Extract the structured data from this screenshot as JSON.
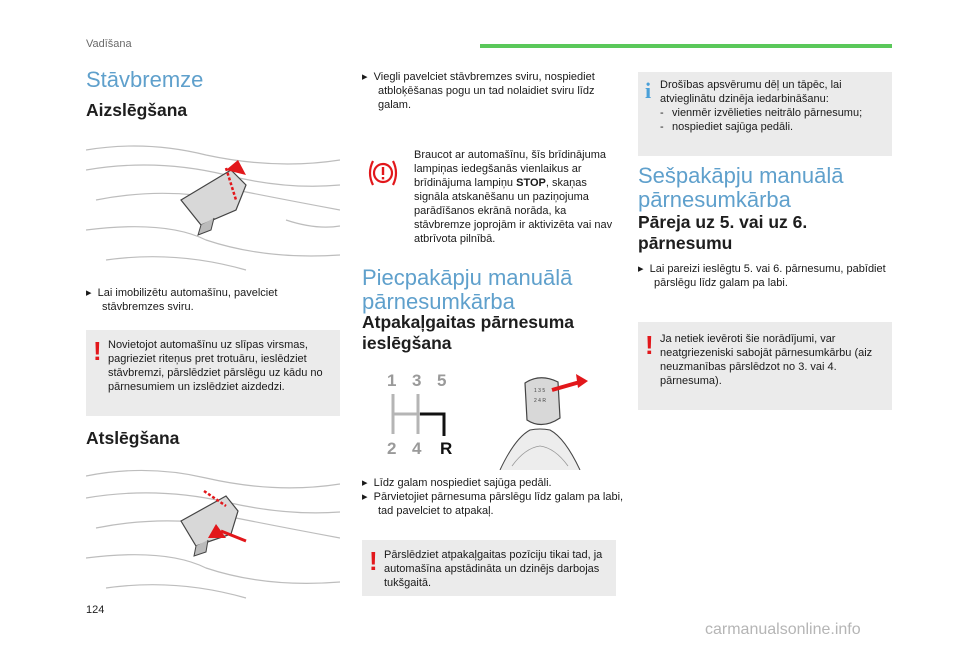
{
  "header": {
    "section": "Vadīšana"
  },
  "page_number": "124",
  "watermark": "carmanualsonline.info",
  "col1": {
    "title": "Stāvbremze",
    "sub1": "Aizslēgšana",
    "bullet1": "Lai imobilizētu automašīnu, pavelciet stāvbremzes sviru.",
    "warning1": "Novietojot automašīnu uz slīpas virsmas, pagrieziet riteņus pret trotuāru, ieslēdziet stāvbremzi, pārslēdziet pārslēgu uz kādu no pārnesumiem un izslēdziet aizdedzi.",
    "sub2": "Atslēgšana"
  },
  "col2": {
    "bullet1": "Viegli pavelciet stāvbremzes sviru, nospiediet atbloķēšanas pogu un tad nolaidiet sviru līdz galam.",
    "alert_pre": "Braucot ar automašīnu, šīs brīdinājuma lampiņas iedegšanās vienlaikus ar brīdinājuma lampiņu ",
    "alert_bold": "STOP",
    "alert_post": ", skaņas signāla atskanēšanu un paziņojuma parādīšanos ekrānā norāda, ka stāvbremze joprojām ir aktivizēta vai nav atbrīvota pilnībā.",
    "title": "Piecpakāpju manuālā pārnesumkārba",
    "sub": "Atpakaļgaitas pārnesuma ieslēgšana",
    "gear_labels": [
      "1",
      "3",
      "5",
      "2",
      "4",
      "R"
    ],
    "bullet2": "Līdz galam nospiediet sajūga pedāli.",
    "bullet3": "Pārvietojiet pārnesuma pārslēgu līdz galam pa labi, tad pavelciet to atpakaļ.",
    "warning": "Pārslēdziet atpakaļgaitas pozīciju tikai tad, ja automašīna apstādināta un dzinējs darbojas tukšgaitā."
  },
  "col3": {
    "info_text": "Drošības apsvērumu dēļ un tāpēc, lai atvieglinātu dzinēja iedarbināšanu:",
    "info_items": [
      "vienmēr izvēlieties neitrālo pārnesumu;",
      "nospiediet sajūga pedāli."
    ],
    "title": "Sešpakāpju manuālā pārnesumkārba",
    "sub": "Pāreja uz 5. vai uz 6. pārnesumu",
    "bullet1": "Lai pareizi ieslēgtu 5. vai 6. pārnesumu, pabīdiet pārslēgu līdz galam pa labi.",
    "warning": "Ja netiek ievēroti šie norādījumi, var neatgriezeniski sabojāt pārnesumkārbu (aiz neuzmanības pārslēdzot no 3. vai 4. pārnesuma)."
  },
  "colors": {
    "accent": "#5fa0cc",
    "warning": "#e2171b",
    "box": "#ebebeb",
    "header_bar": "#5ac85a"
  }
}
